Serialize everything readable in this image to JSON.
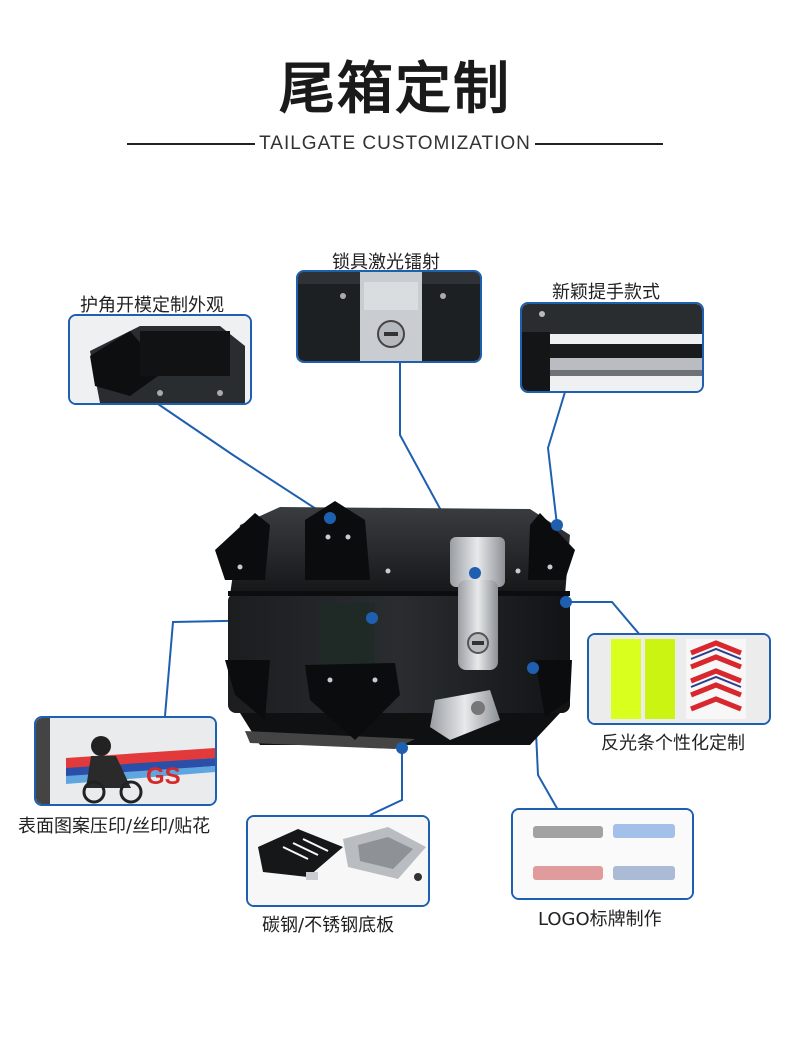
{
  "header": {
    "title": "尾箱定制",
    "subtitle": "TAILGATE CUSTOMIZATION"
  },
  "features": {
    "corner_guard": "护角开模定制外观",
    "lock_laser": "锁具激光镭射",
    "handle": "新颖提手款式",
    "reflective_strip": "反光条个性化定制",
    "surface_print": "表面图案压印/丝印/贴花",
    "base_plate": "碳钢/不锈钢底板",
    "logo_badge": "LOGO标牌制作"
  },
  "colors": {
    "accent": "#1f5fb0",
    "box_body": "#1c1e20",
    "reflective_yellow": "#d8ff1e",
    "reflective_red": "#d8282e"
  },
  "decal": {
    "text": "GS"
  }
}
